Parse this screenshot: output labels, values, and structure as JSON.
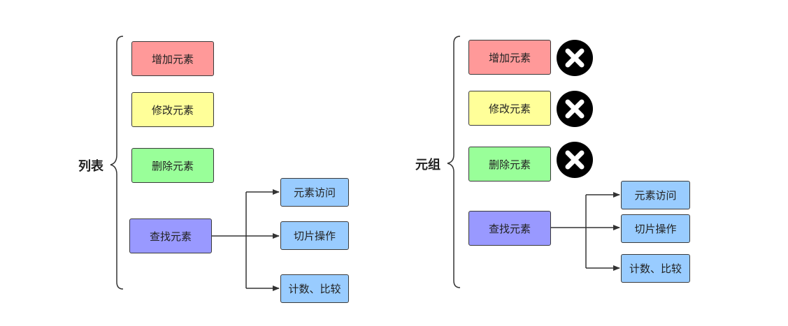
{
  "list": {
    "title": "列表",
    "add": "增加元素",
    "modify": "修改元素",
    "delete": "删除元素",
    "find": "查找元素",
    "ops": [
      "元素访问",
      "切片操作",
      "计数、比较"
    ]
  },
  "tuple": {
    "title": "元组",
    "add": "增加元素",
    "modify": "修改元素",
    "delete": "删除元素",
    "find": "查找元素",
    "ops": [
      "元素访问",
      "切片操作",
      "计数、比较"
    ],
    "unsupported_icon": "close-circle-icon"
  },
  "colors": {
    "add": "#ff9999",
    "modify": "#ffff99",
    "delete": "#99ff99",
    "find": "#9999ff",
    "ops": "#99ccff"
  }
}
